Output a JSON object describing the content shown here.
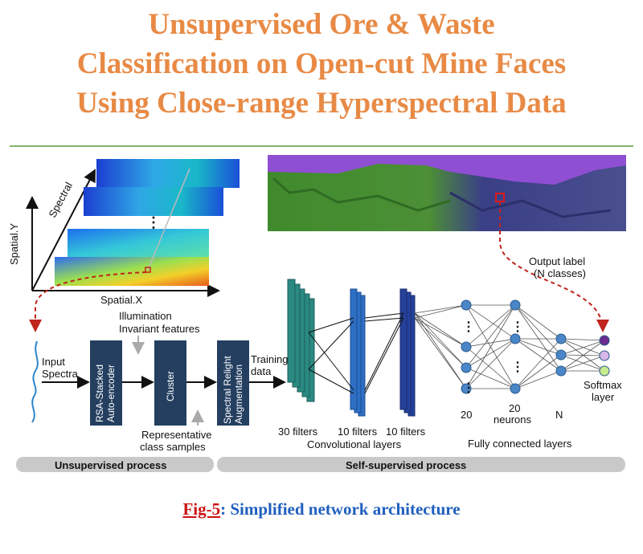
{
  "title_lines": [
    "Unsupervised Ore & Waste",
    "Classification on Open-cut Mine Faces",
    "Using Close-range Hyperspectral Data"
  ],
  "axes": {
    "spectral": "Spectral",
    "spatial_y": "Spatial.Y",
    "spatial_x": "Spatial.X"
  },
  "labels": {
    "output_label": [
      "Output label",
      "(N classes)"
    ],
    "illumination": [
      "Illumination",
      "Invariant features"
    ],
    "input_spectra": [
      "Input",
      "Spectra"
    ],
    "rsa": [
      "RSA-Stacked",
      "Auto-encoder"
    ],
    "cluster": "Cluster",
    "relight": [
      "Spectral Relight",
      "Augmentation"
    ],
    "training": [
      "Training",
      "data"
    ],
    "representative": [
      "Representative",
      "class samples"
    ],
    "filters_30": "30 filters",
    "filters_10a": "10 filters",
    "filters_10b": "10 filters",
    "conv_layers": "Convolutional layers",
    "fc_layers": "Fully connected layers",
    "n20a": "20",
    "n20b": [
      "20",
      "neurons"
    ],
    "nN": "N",
    "softmax": [
      "Softmax",
      "layer"
    ]
  },
  "bars": {
    "unsupervised": "Unsupervised process",
    "self_supervised": "Self-supervised process"
  },
  "caption": {
    "fig": "Fig-5",
    "rest": ": Simplified network architecture"
  },
  "colors": {
    "title": "#e88a45",
    "dashed": "#c0241c",
    "box": "#243f60",
    "conv_teal": "#2a8a82",
    "conv_blue": "#2e6fc4",
    "conv_navy": "#25419a",
    "neuron": "#4a86c8",
    "bar": "#c9c9c9",
    "out1": "#6a2d8f",
    "out2": "#d9b7e8",
    "out3": "#c9ec8e"
  }
}
